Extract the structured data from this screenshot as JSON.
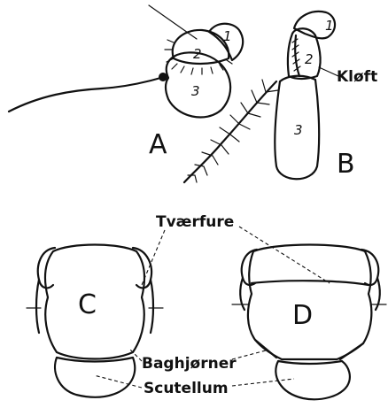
{
  "figures": {
    "A": {
      "letter": "A",
      "segments": [
        "1",
        "2",
        "3"
      ]
    },
    "B": {
      "letter": "B",
      "segments": [
        "1",
        "2",
        "3"
      ],
      "label": "Kløft"
    },
    "C": {
      "letter": "C"
    },
    "D": {
      "letter": "D"
    }
  },
  "labels": {
    "tvaerfure": "Tværfure",
    "baghjorner": "Baghjørner",
    "scutellum": "Scutellum"
  }
}
